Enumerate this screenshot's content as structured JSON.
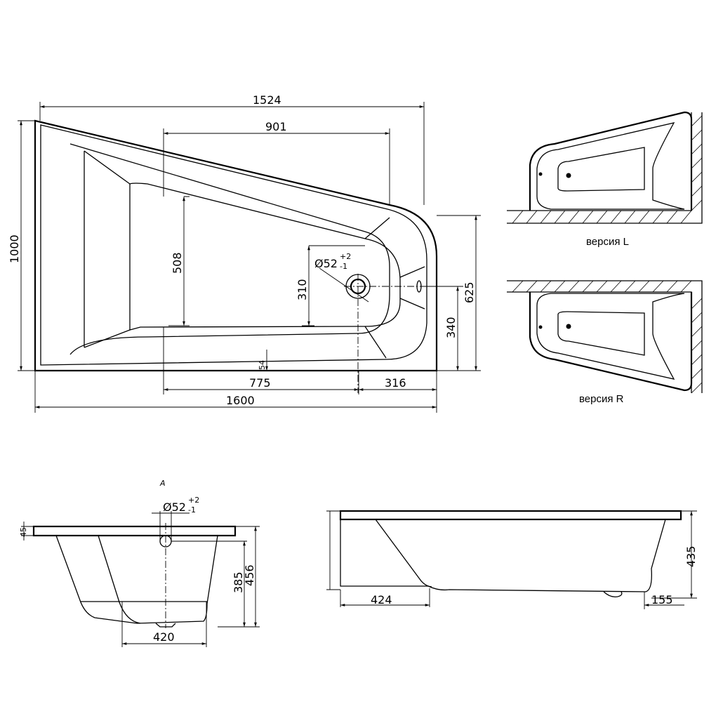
{
  "plan_view": {
    "dimensions": {
      "overall_top": "1524",
      "inner_top": "901",
      "overall_height": "1000",
      "inner_height": "508",
      "drain_to_inner": "310",
      "right_height": "625",
      "drain_height": "340",
      "bottom_gap": "54",
      "left_to_drain": "775",
      "drain_to_right": "316",
      "overall_length": "1600"
    },
    "drain_label": {
      "main": "Ø52",
      "tol_plus": "+2",
      "tol_minus": "-1"
    }
  },
  "versions": {
    "left_label": "версия L",
    "right_label": "версия R"
  },
  "section_view": {
    "section_mark": "A",
    "drain_label": {
      "main": "Ø52",
      "tol_plus": "+2",
      "tol_minus": "-1"
    },
    "dimensions": {
      "rim": "45",
      "drain_depth": "385",
      "total_height": "456",
      "bottom_width": "420"
    }
  },
  "side_view": {
    "dimensions": {
      "left_slope": "424",
      "right_offset": "155",
      "height": "435"
    }
  }
}
